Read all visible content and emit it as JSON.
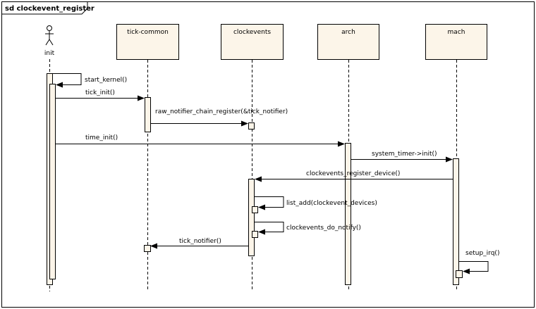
{
  "diagram": {
    "title": "sd clockevent_register",
    "actor": {
      "label": "init"
    },
    "participants": [
      {
        "id": "tick-common",
        "label": "tick-common"
      },
      {
        "id": "clockevents",
        "label": "clockevents"
      },
      {
        "id": "arch",
        "label": "arch"
      },
      {
        "id": "mach",
        "label": "mach"
      }
    ],
    "messages": [
      {
        "from": "init",
        "to": "init",
        "label": "start_kernel()"
      },
      {
        "from": "init",
        "to": "tick-common",
        "label": "tick_init()"
      },
      {
        "from": "tick-common",
        "to": "clockevents",
        "label": "raw_notifier_chain_register(&tick_notifier)"
      },
      {
        "from": "init",
        "to": "arch",
        "label": "time_init()"
      },
      {
        "from": "arch",
        "to": "mach",
        "label": "system_timer->init()"
      },
      {
        "from": "mach",
        "to": "clockevents",
        "label": "clockevents_register_device()"
      },
      {
        "from": "clockevents",
        "to": "clockevents",
        "label": "list_add(clockevent_devices)"
      },
      {
        "from": "clockevents",
        "to": "clockevents",
        "label": "clockevents_do_notify()"
      },
      {
        "from": "clockevents",
        "to": "tick-common",
        "label": "tick_notifier()"
      },
      {
        "from": "mach",
        "to": "mach",
        "label": "setup_irq()"
      }
    ]
  }
}
